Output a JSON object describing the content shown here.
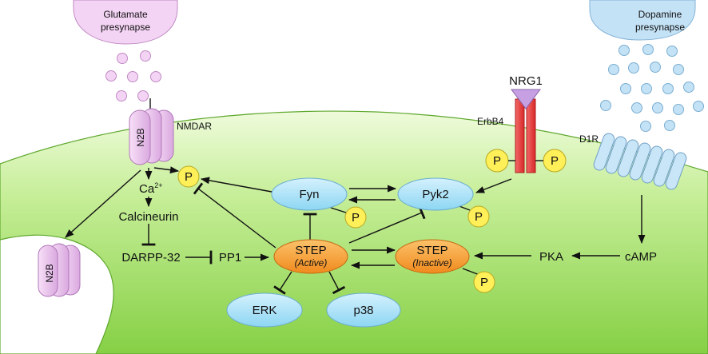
{
  "glutamate": {
    "line1": "Glutamate",
    "line2": "presynapse"
  },
  "dopamine": {
    "line1": "Dopamine",
    "line2": "presynapse"
  },
  "receptors": {
    "nmdar_label": "NMDAR",
    "n2b_label": "N2B",
    "n2b_internal_label": "N2B",
    "erbb4_label": "ErbB4",
    "nrg1_label": "NRG1",
    "d1r_label": "D1R"
  },
  "molecules": {
    "ca": "Ca",
    "ca_sup": "2+",
    "calcineurin": "Calcineurin",
    "darpp32": "DARPP-32",
    "pp1": "PP1",
    "pka": "PKA",
    "camp": "cAMP"
  },
  "nodes": {
    "fyn": "Fyn",
    "pyk2": "Pyk2",
    "step_active": "STEP",
    "step_active_state": "(Active)",
    "step_inactive": "STEP",
    "step_inactive_state": "(Inactive)",
    "erk": "ERK",
    "p38": "p38"
  },
  "phospho": "P",
  "colors": {
    "cell_fill_top": "#edfbd8",
    "cell_fill_bottom": "#8fd64e",
    "glutamate_vesicle": "#f4d4f4",
    "dopamine_vesicle": "#c4e2f6",
    "blue_node": "#aee3f8",
    "orange_node": "#f8a63a",
    "phospho_fill": "#fff05a",
    "erbb4_red": "#e83838",
    "nrg1_purple": "#c7a0e4"
  }
}
